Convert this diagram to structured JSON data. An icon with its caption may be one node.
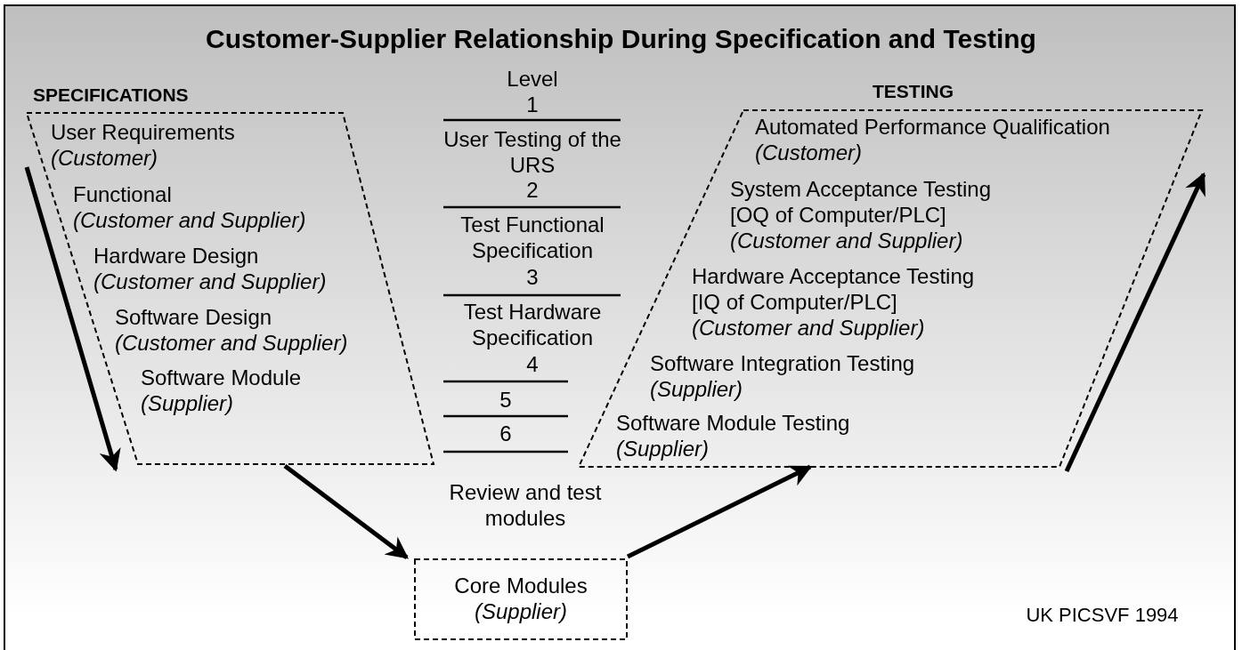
{
  "diagram": {
    "title": "Customer-Supplier Relationship During Specification and Testing",
    "nodes": [
      {
        "text": [
          "SPECIFICATIONS",
          "User Requirements *(Customer)*",
          "Functional *(Customer and Supplier)*",
          "Hardware Design *(Customer and Supplier)*",
          "Software Design *(Customer and Supplier)*",
          "Software Module *(Supplier)*"
        ]
      },
      {
        "text": [
          "TESTING",
          "Automated Performance Qualification *(Customer)*",
          "System Acceptance Testing [OQ of Computer/PLC] *(Customer and Supplier)*",
          "Hardware Acceptance Testing [IQ of Computer/PLC] *(Customer and Supplier)*",
          "Software Integration Testing *(Supplier)*",
          "Software Module Testing *(Supplier)*"
        ]
      },
      {
        "text": [
          "Core Modules *(Supplier)*"
        ]
      }
    ],
    "edges": [
      {
        "from": 0,
        "to": 2,
        "arrow": "to"
      },
      {
        "from": 2,
        "to": 1,
        "arrow": "to"
      }
    ],
    "labels": [
      "Level",
      "1",
      "User Testing of the URS",
      "2",
      "Test Functional Specification",
      "3",
      "Test Hardware Specification",
      "4",
      "5",
      "6",
      "Review and test modules",
      "UK PICSVF 1994"
    ]
  }
}
